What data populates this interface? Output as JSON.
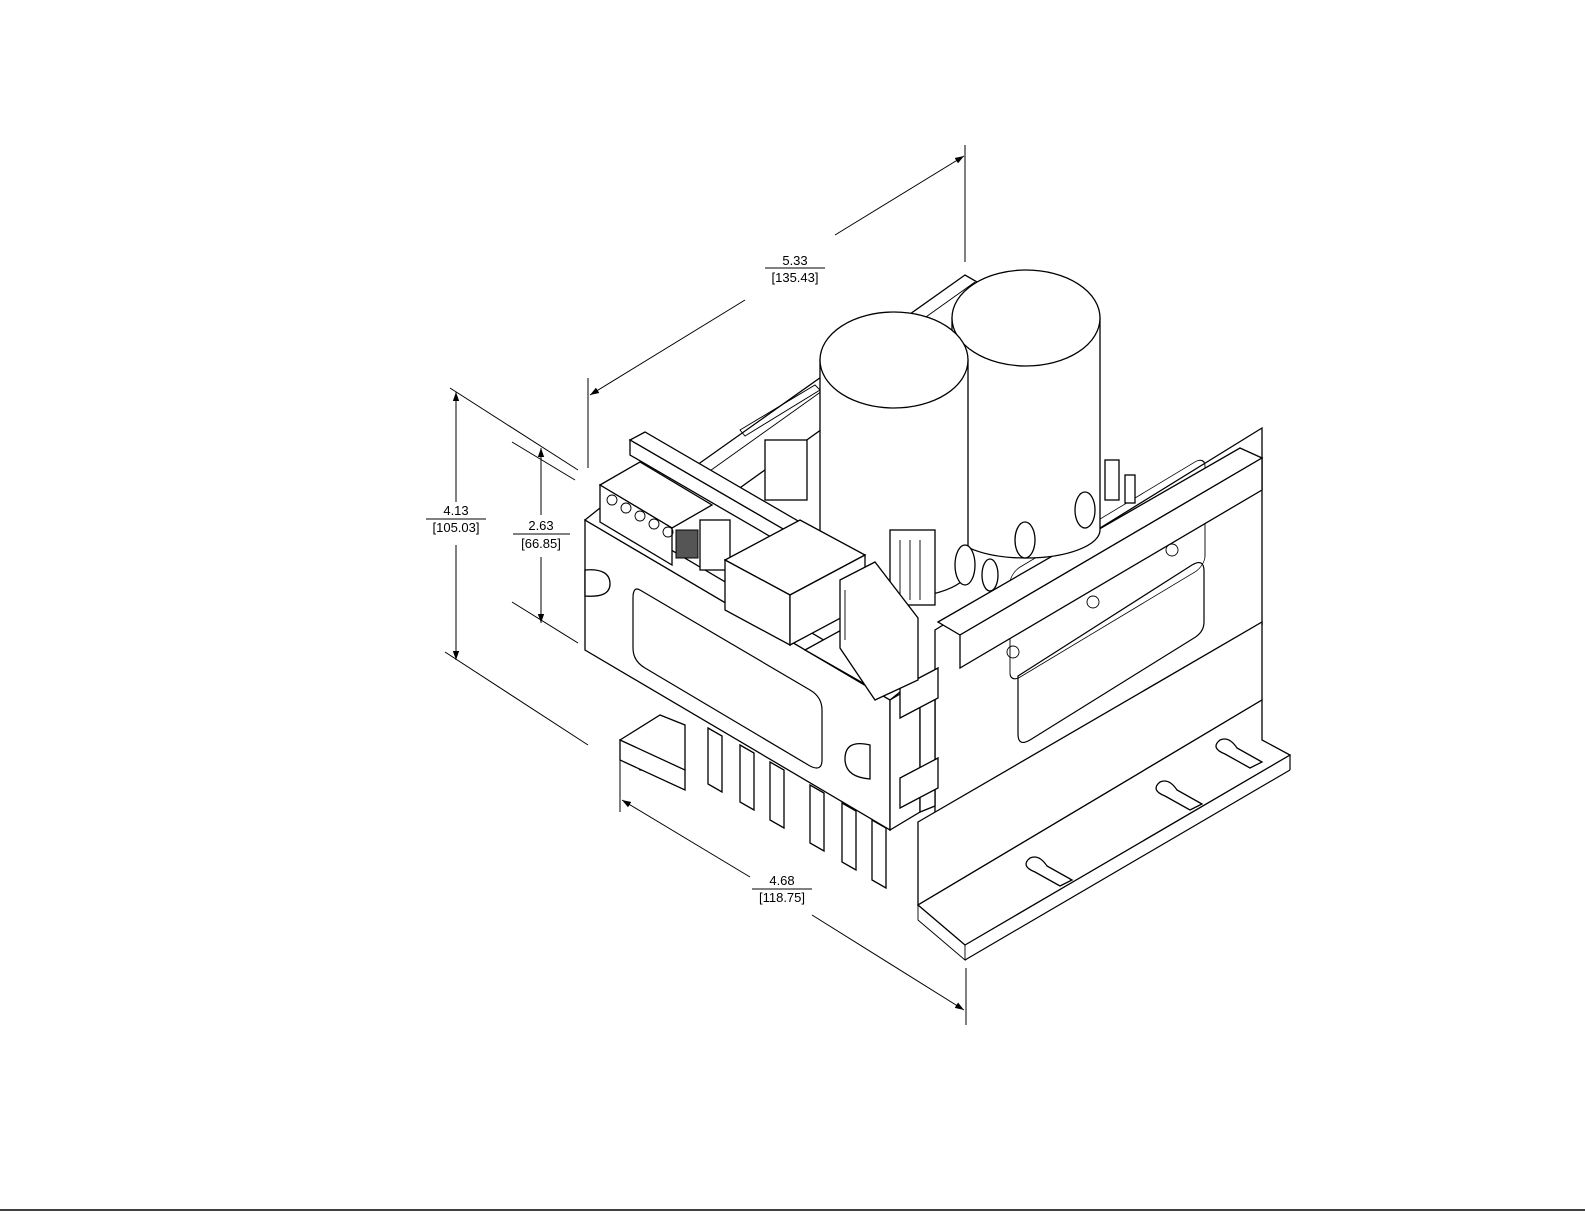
{
  "dimensions": [
    {
      "id": "depth",
      "value": "5.33",
      "metric": "[135.43]"
    },
    {
      "id": "overall-height",
      "value": "4.13",
      "metric": "[105.03]"
    },
    {
      "id": "body-height",
      "value": "2.63",
      "metric": "[66.85]"
    },
    {
      "id": "width",
      "value": "4.68",
      "metric": "[118.75]"
    }
  ],
  "colors": {
    "line": "#000000",
    "background": "#ffffff"
  }
}
